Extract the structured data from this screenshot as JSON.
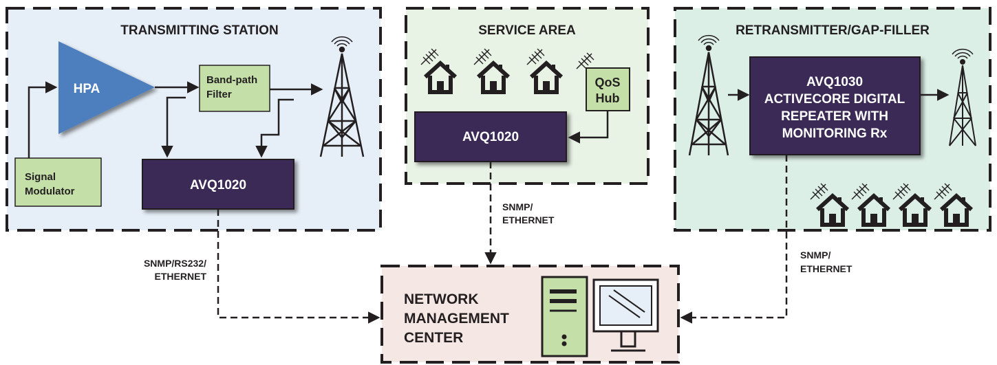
{
  "regions": {
    "transmitting_station": {
      "title": "TRANSMITTING STATION"
    },
    "service_area": {
      "title": "SERVICE AREA"
    },
    "retransmitter": {
      "title": "RETRANSMITTER/GAP-FILLER"
    },
    "nmc": {
      "title_lines": [
        "NETWORK",
        "MANAGEMENT",
        "CENTER"
      ]
    }
  },
  "blocks": {
    "hpa": "HPA",
    "band_filter": [
      "Band-path",
      "Filter"
    ],
    "signal_modulator": [
      "Signal",
      "Modulator"
    ],
    "avq1020_tx": "AVQ1020",
    "avq1020_sa": "AVQ1020",
    "qos_hub": [
      "QoS",
      "Hub"
    ],
    "avq1030": [
      "AVQ1030",
      "ACTIVECORE DIGITAL",
      "REPEATER WITH",
      "MONITORING Rx"
    ]
  },
  "links": {
    "tx_link": [
      "SNMP/RS232/",
      "ETHERNET"
    ],
    "sa_link": [
      "SNMP/",
      "ETHERNET"
    ],
    "rt_link": [
      "SNMP/",
      "ETHERNET"
    ]
  },
  "colors": {
    "tx_bg": "#e6eef7",
    "sa_bg": "#e8f3e6",
    "rt_bg": "#dcefe7",
    "nmc_bg": "#f5e7e4",
    "dark_box": "#3a2a57",
    "light_box": "#c4e0a8",
    "hpa_blue": "#4e7fbf",
    "computer_green": "#c4e0a8",
    "ink": "#231f20"
  },
  "icons": [
    "transmission-tower-icon",
    "house-icon",
    "desktop-computer-icon",
    "amplifier-triangle-icon"
  ]
}
